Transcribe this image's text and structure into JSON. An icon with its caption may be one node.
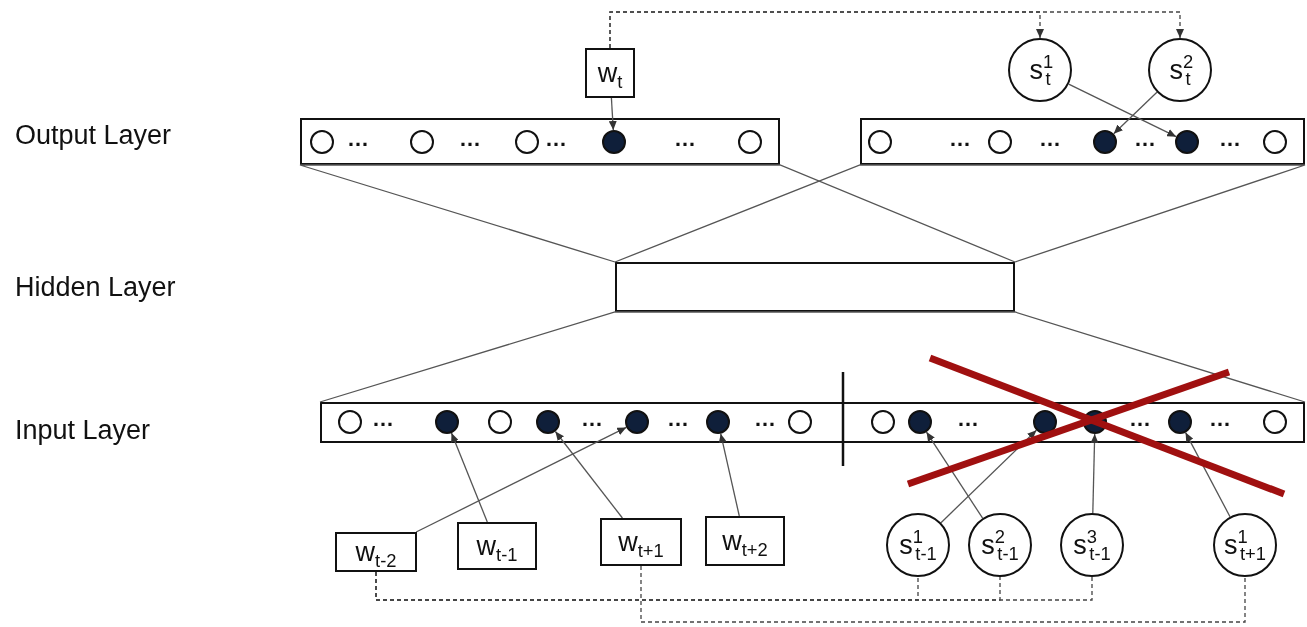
{
  "diagram": {
    "nodes": [
      {
        "text": [
          "w$_{t}$"
        ]
      },
      {
        "text": [
          "s$^{1}$$_{t}$"
        ]
      },
      {
        "text": [
          "s$^{2}$$_{t}$"
        ]
      },
      {
        "text": [],
        "shape": "bar"
      },
      {
        "text": [],
        "shape": "circle",
        "in": 3
      },
      {
        "text": [],
        "shape": "circle",
        "in": 3
      },
      {
        "text": [],
        "shape": "circle",
        "in": 3
      },
      {
        "text": [],
        "shape": "circle",
        "in": 3
      },
      {
        "text": [],
        "shape": "circle",
        "in": 3
      },
      {
        "text": [],
        "shape": "bar"
      },
      {
        "text": [],
        "shape": "circle",
        "in": 9
      },
      {
        "text": [],
        "shape": "circle",
        "in": 9
      },
      {
        "text": [],
        "shape": "circle",
        "in": 9
      },
      {
        "text": [],
        "shape": "circle",
        "in": 9
      },
      {
        "text": [],
        "shape": "circle",
        "in": 9
      },
      {
        "text": [],
        "shape": "bar"
      },
      {
        "text": [],
        "shape": "bar"
      },
      {
        "text": [],
        "shape": "circle",
        "in": 16
      },
      {
        "text": [],
        "shape": "circle",
        "in": 16
      },
      {
        "text": [],
        "shape": "circle",
        "in": 16
      },
      {
        "text": [],
        "shape": "circle",
        "in": 16
      },
      {
        "text": [],
        "shape": "circle",
        "in": 16
      },
      {
        "text": [],
        "shape": "circle",
        "in": 16
      },
      {
        "text": [],
        "shape": "circle",
        "in": 16
      },
      {
        "text": [],
        "shape": "circle",
        "in": 16
      },
      {
        "text": [],
        "shape": "circle",
        "in": 16
      },
      {
        "text": [],
        "shape": "circle",
        "in": 16
      },
      {
        "text": [],
        "shape": "circle",
        "in": 16
      },
      {
        "text": [],
        "shape": "circle",
        "in": 16
      },
      {
        "text": [],
        "shape": "circle",
        "in": 16
      },
      {
        "text": [
          "w$_{t-2}$"
        ]
      },
      {
        "text": [
          "w$_{t-1}$"
        ]
      },
      {
        "text": [
          "w$_{t+1}$"
        ]
      },
      {
        "text": [
          "w$_{t+2}$"
        ]
      },
      {
        "text": [
          "s$^{1}$$_{t-1}$"
        ]
      },
      {
        "text": [
          "s$^{2}$$_{t-1}$"
        ]
      },
      {
        "text": [
          "s$^{3}$$_{t-1}$"
        ]
      },
      {
        "text": [
          "s$^{1}$$_{t+1}$"
        ]
      }
    ],
    "edges": [
      {
        "from": 0,
        "to": 7,
        "arrow": "to"
      },
      {
        "from": 1,
        "to": 13,
        "arrow": "to"
      },
      {
        "from": 2,
        "to": 12,
        "arrow": "to"
      },
      {
        "from": 0,
        "to": 1,
        "arrow": "to",
        "style": "dashed"
      },
      {
        "from": 0,
        "to": 2,
        "arrow": "to",
        "style": "dashed"
      },
      {
        "from": 15,
        "to": 3,
        "arrow": "none"
      },
      {
        "from": 15,
        "to": 9,
        "arrow": "none"
      },
      {
        "from": 16,
        "to": 15,
        "arrow": "none"
      },
      {
        "from": 30,
        "to": 21,
        "arrow": "to"
      },
      {
        "from": 31,
        "to": 18,
        "arrow": "to"
      },
      {
        "from": 32,
        "to": 20,
        "arrow": "to"
      },
      {
        "from": 33,
        "to": 22,
        "arrow": "to"
      },
      {
        "from": 34,
        "to": 26,
        "arrow": "to"
      },
      {
        "from": 35,
        "to": 25,
        "arrow": "to"
      },
      {
        "from": 36,
        "to": 27,
        "arrow": "to"
      },
      {
        "from": 37,
        "to": 28,
        "arrow": "to"
      },
      {
        "from": 30,
        "to": 34,
        "arrow": "none",
        "style": "dashed"
      },
      {
        "from": 30,
        "to": 35,
        "arrow": "none",
        "style": "dashed"
      },
      {
        "from": 30,
        "to": 36,
        "arrow": "none",
        "style": "dashed"
      },
      {
        "from": 32,
        "to": 37,
        "arrow": "none",
        "style": "dashed"
      }
    ],
    "labels": [
      "Output Layer",
      "…",
      "…",
      "…",
      "…",
      "…",
      "…",
      "…",
      "…",
      "Hidden Layer",
      "Input Layer",
      "…",
      "…",
      "…",
      "…",
      "…",
      "…",
      "…"
    ]
  }
}
